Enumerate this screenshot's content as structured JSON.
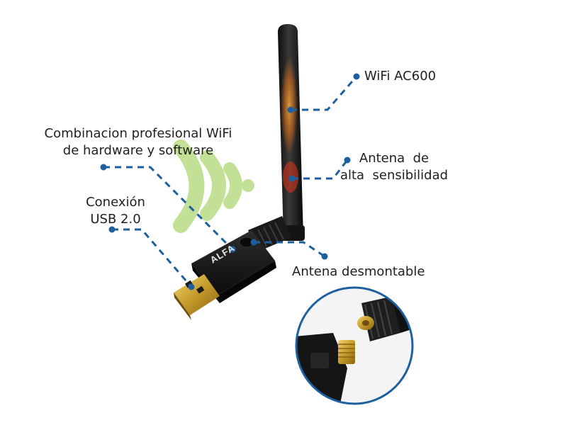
{
  "labels": {
    "wifi_standard": "WiFi AC600",
    "pro_combo_line1": "Combinacion profesional WiFi",
    "pro_combo_line2": "de hardware y software",
    "usb_line1": "Conexión",
    "usb_line2": "USB 2.0",
    "antenna_line1": "Antena  de",
    "antenna_line2": "alta  sensibilidad",
    "detachable": "Antena desmontable"
  },
  "brand_text": "ALFA",
  "colors": {
    "callout": "#1e5fa0",
    "antenna_glow": "#f39a1e",
    "wifi_signal": "#a9d46a",
    "device_body": "#1b1b1b",
    "usb_connector": "#c49a2a",
    "inset_border": "#1e5fa0"
  }
}
